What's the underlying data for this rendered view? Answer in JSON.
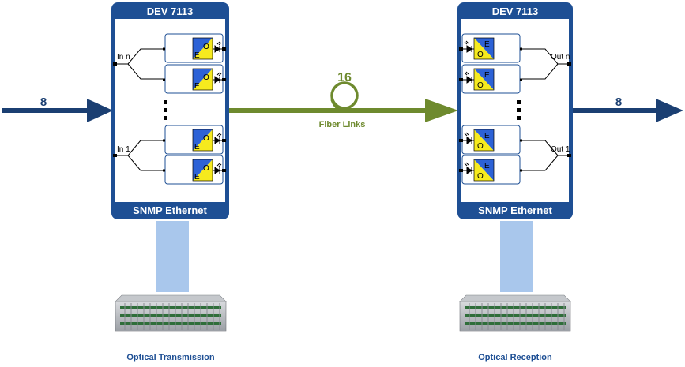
{
  "left_device": {
    "title": "DEV 7113",
    "footer": "SNMP Ethernet",
    "input_top": "In n",
    "input_bottom": "In 1",
    "module_letters": {
      "top": "O",
      "bottom": "E"
    },
    "caption": "Optical Transmission"
  },
  "right_device": {
    "title": "DEV 7113",
    "footer": "SNMP Ethernet",
    "output_top": "Out n",
    "output_bottom": "Out 1",
    "module_letters": {
      "top": "E",
      "bottom": "O"
    },
    "caption": "Optical Reception"
  },
  "input_arrow_label": "8",
  "output_arrow_label": "8",
  "fiber": {
    "count": "16",
    "label": "Fiber Links"
  },
  "colors": {
    "device_blue": "#1e4f94",
    "module_blue": "#2d62d6",
    "module_yellow": "#f6ea1e",
    "fiber_green": "#6e8a2e",
    "ethernet_light_blue": "#a9c7ec",
    "arrow_navy": "#1b3f72"
  },
  "icons": [
    "arrow-right-icon",
    "photodiode-icon",
    "fiber-coil-icon",
    "rack-chassis-icon"
  ]
}
